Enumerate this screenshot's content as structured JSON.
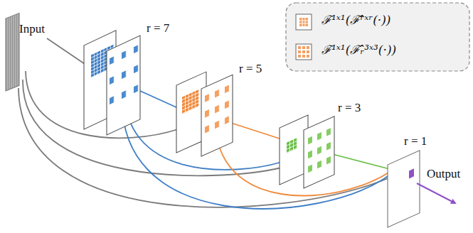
{
  "diagram": {
    "labels": [
      "Input",
      "r = 7",
      "r = 5",
      "r = 3",
      "r = 1",
      "Output"
    ],
    "legend": [
      {
        "text": "ℱ¹ˣ¹(ℱ̂ʳˣʳ(·))"
      },
      {
        "text": "ℱ¹ˣ¹(ℱ̂ᵣ³ˣ³(·))"
      }
    ]
  }
}
